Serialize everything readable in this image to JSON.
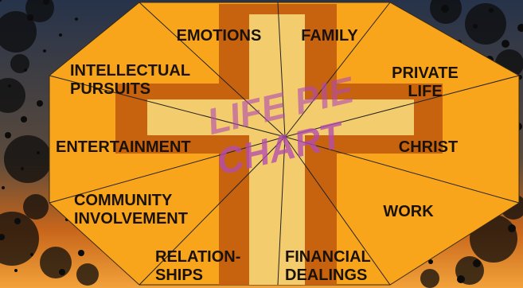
{
  "title_line1": "LIFE PIE",
  "title_line2": "CHART",
  "colors": {
    "octagon": "#f9a51c",
    "cross_outer": "#c7620f",
    "cross_inner": "#f3cc6e",
    "title": "#b24bb0",
    "label": "#1a1208",
    "divider": "#222222",
    "grunge_dark": "#0c0c0c"
  },
  "segments": [
    {
      "id": "emotions",
      "lines": [
        "EMOTIONS"
      ]
    },
    {
      "id": "family",
      "lines": [
        "FAMILY"
      ]
    },
    {
      "id": "private-life",
      "lines": [
        "PRIVATE",
        "LIFE"
      ]
    },
    {
      "id": "christ",
      "lines": [
        "CHRIST"
      ]
    },
    {
      "id": "work",
      "lines": [
        "WORK"
      ]
    },
    {
      "id": "financial-dealings",
      "lines": [
        "FINANCIAL",
        "DEALINGS"
      ]
    },
    {
      "id": "relationships",
      "lines": [
        "RELATION-",
        "SHIPS"
      ]
    },
    {
      "id": "community-involvement",
      "lines": [
        "COMMUNITY",
        "INVOLVEMENT"
      ]
    },
    {
      "id": "entertainment",
      "lines": [
        "ENTERTAINMENT"
      ]
    },
    {
      "id": "intellectual-pursuits",
      "lines": [
        "INTELLECTUAL",
        "PURSUITS"
      ]
    }
  ]
}
